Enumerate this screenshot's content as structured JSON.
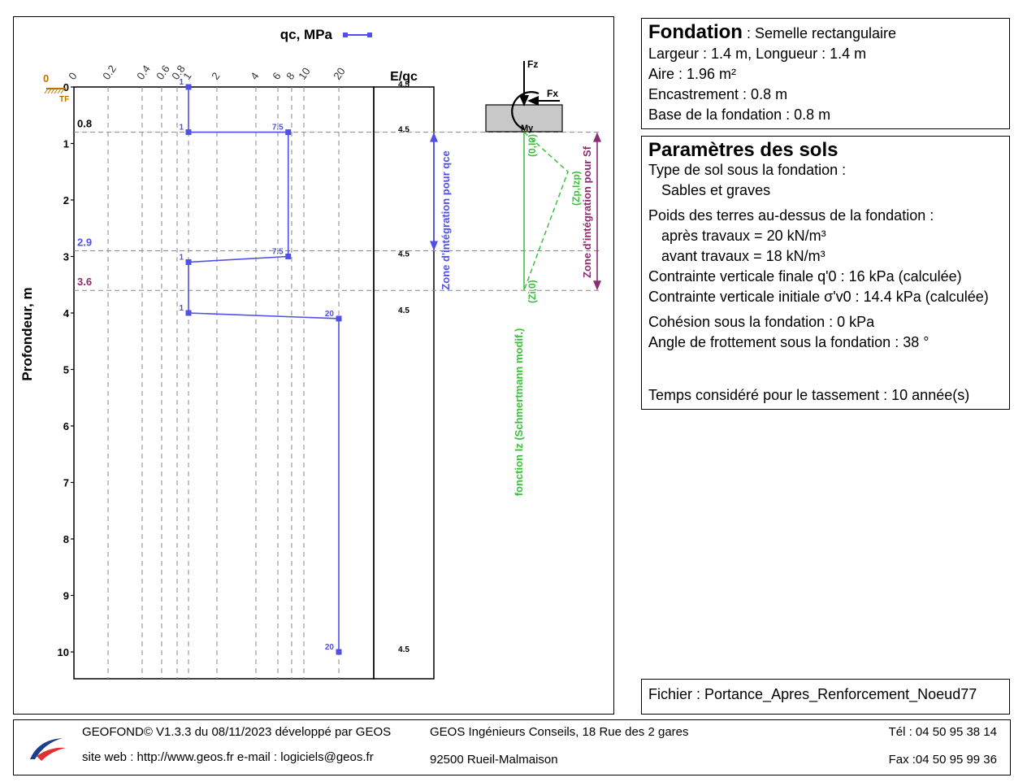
{
  "chart_data": {
    "type": "line",
    "title": "qc, MPa",
    "legend": "qc, MPa",
    "xlabel": "qc, MPa",
    "ylabel": "Profondeur, m",
    "x_scale": "log",
    "xlim": [
      0,
      20
    ],
    "ylim": [
      0,
      10.5
    ],
    "x_ticks": [
      "0",
      "0.2",
      "0.4",
      "0.6",
      "0.8",
      "1",
      "2",
      "4",
      "6",
      "8",
      "10",
      "20"
    ],
    "y_ticks": [
      "0",
      "1",
      "2",
      "3",
      "4",
      "5",
      "6",
      "7",
      "8",
      "9",
      "10"
    ],
    "series": [
      {
        "name": "qc, MPa",
        "color": "#5050e6",
        "points": [
          [
            1,
            0
          ],
          [
            1,
            0.8
          ],
          [
            7.5,
            0.8
          ],
          [
            7.5,
            3.0
          ],
          [
            1,
            3.1
          ],
          [
            1,
            4.0
          ],
          [
            20,
            4.1
          ],
          [
            20,
            10
          ]
        ],
        "labels": [
          "1",
          "1",
          "7.5",
          "7.5",
          "1",
          "1",
          "20",
          "20"
        ]
      }
    ],
    "layer_boundaries": [
      {
        "depth": 0,
        "label": "0",
        "color": "#c07000"
      },
      {
        "depth": 0.8,
        "label": "0.8",
        "color": "#000000"
      },
      {
        "depth": 2.9,
        "label": "2.9",
        "color": "#5050e6"
      },
      {
        "depth": 3.6,
        "label": "3.6",
        "color": "#8b2d6f"
      }
    ],
    "tf_label": "TF",
    "e_qc": {
      "header": "E/qc",
      "values": [
        {
          "depth": 0,
          "label": "4.5"
        },
        {
          "depth": 0.8,
          "label": "4.5"
        },
        {
          "depth": 3.0,
          "label": "4.5"
        },
        {
          "depth": 4.0,
          "label": "4.5"
        },
        {
          "depth": 10,
          "label": "4.5"
        }
      ]
    },
    "zone_qce": {
      "label": "Zone d'intégration pour qce",
      "from": 0.8,
      "to": 2.9,
      "color": "#5050e6"
    },
    "zone_sf": {
      "label": "Zone d'intégration pour Sf",
      "from": 0.8,
      "to": 3.6,
      "color": "#8b2d6f"
    },
    "iz_function": {
      "label": "fonction Iz (Schmertmann modif.)",
      "z0_label": "(0,I0)",
      "zp_label": "(Zp,Izp)",
      "zi_label": "(Zi,0)",
      "color": "#3cbf3c",
      "points": [
        [
          0,
          0.8
        ],
        [
          0.5,
          1.5
        ],
        [
          0,
          3.6
        ]
      ]
    },
    "forces": {
      "fz": "Fz",
      "fx": "Fx",
      "my": "My"
    }
  },
  "fondation": {
    "title": "Fondation",
    "type": " : Semelle rectangulaire",
    "lines": [
      "Largeur : 1.4 m, Longueur : 1.4 m",
      "Aire : 1.96 m²",
      "Encastrement : 0.8 m",
      "Base de la fondation : 0.8 m"
    ]
  },
  "sols": {
    "title": "Paramètres des sols",
    "type_label": "Type de sol sous la fondation :",
    "type_value": "Sables et graves",
    "poids_label": "Poids des terres au-dessus de la fondation :",
    "apres": "après travaux = 20 kN/m³",
    "avant": "avant travaux = 18 kN/m³",
    "contrainte_finale": "Contrainte verticale finale q'0  : 16 kPa (calculée)",
    "contrainte_initiale": "Contrainte verticale initiale σ'v0  : 14.4 kPa (calculée)",
    "cohesion": "Cohésion sous la fondation : 0 kPa",
    "angle": "Angle de frottement sous la fondation : 38 °",
    "temps": "Temps considéré pour le tassement : 10 année(s)"
  },
  "fichier": "Fichier : Portance_Apres_Renforcement_Noeud77",
  "footer": {
    "app": "GEOFOND© V1.3.3 du 08/11/2023 développé par GEOS",
    "web": "site web : http://www.geos.fr e-mail : logiciels@geos.fr",
    "company": "GEOS Ingénieurs Conseils, 18 Rue des 2 gares",
    "city": "92500 Rueil-Malmaison",
    "tel": "Tél : 04 50 95 38 14",
    "fax": "Fax :04 50 95 99 36"
  }
}
